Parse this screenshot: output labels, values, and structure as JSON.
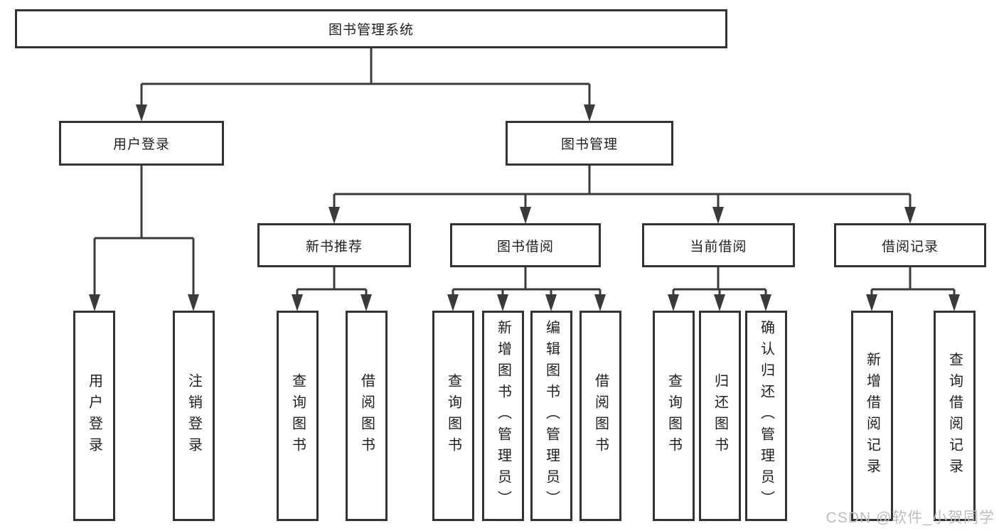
{
  "diagram_title": "图书管理系统",
  "tree": {
    "root": {
      "label": "图书管理系统"
    },
    "branches": [
      {
        "label": "用户登录",
        "children": [
          {
            "label": "用户登录"
          },
          {
            "label": "注销登录"
          }
        ]
      },
      {
        "label": "图书管理",
        "children": [
          {
            "label": "新书推荐",
            "children": [
              {
                "label": "查询图书"
              },
              {
                "label": "借阅图书"
              }
            ]
          },
          {
            "label": "图书借阅",
            "children": [
              {
                "label": "查询图书"
              },
              {
                "label": "新增图书（管理员）"
              },
              {
                "label": "编辑图书（管理员）"
              },
              {
                "label": "借阅图书"
              }
            ]
          },
          {
            "label": "当前借阅",
            "children": [
              {
                "label": "查询图书"
              },
              {
                "label": "归还图书"
              },
              {
                "label": "确认归还（管理员）"
              }
            ]
          },
          {
            "label": "借阅记录",
            "children": [
              {
                "label": "新增借阅记录"
              },
              {
                "label": "查询借阅记录"
              }
            ]
          }
        ]
      }
    ]
  },
  "watermark": {
    "text": "CSDN @软件_小贺同学"
  },
  "colors": {
    "line": "#3a3a3a",
    "box_border": "#333333",
    "text": "#1f1f1f",
    "background": "#ffffff",
    "watermark": "#bdbdbd"
  },
  "css_vars": {
    "--line-color": "#3a3a3a",
    "--box-border": "#333333",
    "--text-color": "#1f1f1f",
    "--bg": "#ffffff",
    "--watermark-color": "#bdbdbd"
  }
}
